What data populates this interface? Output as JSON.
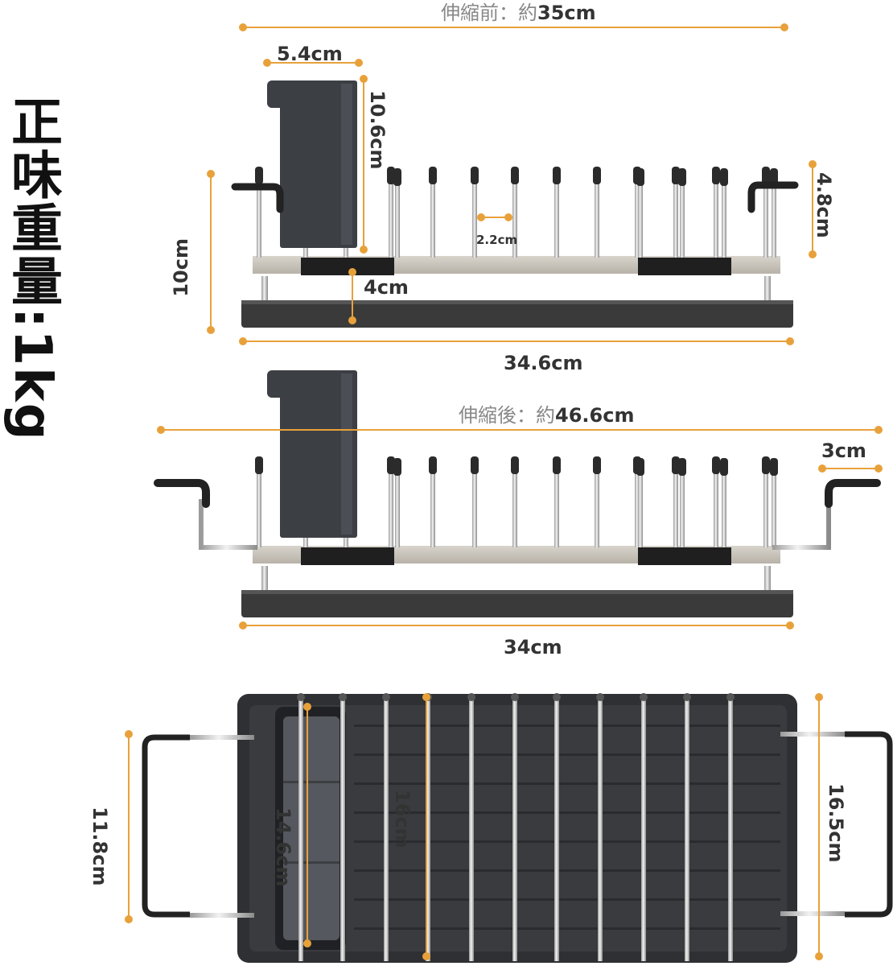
{
  "weight_label": "正味重量:1kg",
  "colors": {
    "accent": "#e8a13a",
    "dark": "#2a2a2a",
    "steel": "#c8c8c8"
  },
  "view_top": {
    "before_prefix": "伸縮前：約",
    "before_value": "35cm",
    "cup_width": "5.4cm",
    "cup_height": "10.6cm",
    "height": "10cm",
    "handle_height": "4.8cm",
    "rod_gap": "2.2cm",
    "leg_height": "4cm",
    "base_width": "34.6cm"
  },
  "view_middle": {
    "after_prefix": "伸縮後：約",
    "after_value": "46.6cm",
    "handle_ext": "3cm",
    "base_width": "34cm"
  },
  "view_bottom": {
    "handle_depth": "11.8cm",
    "cup_depth": "14.6cm",
    "rod_length": "16cm",
    "tray_depth": "16.5cm"
  }
}
